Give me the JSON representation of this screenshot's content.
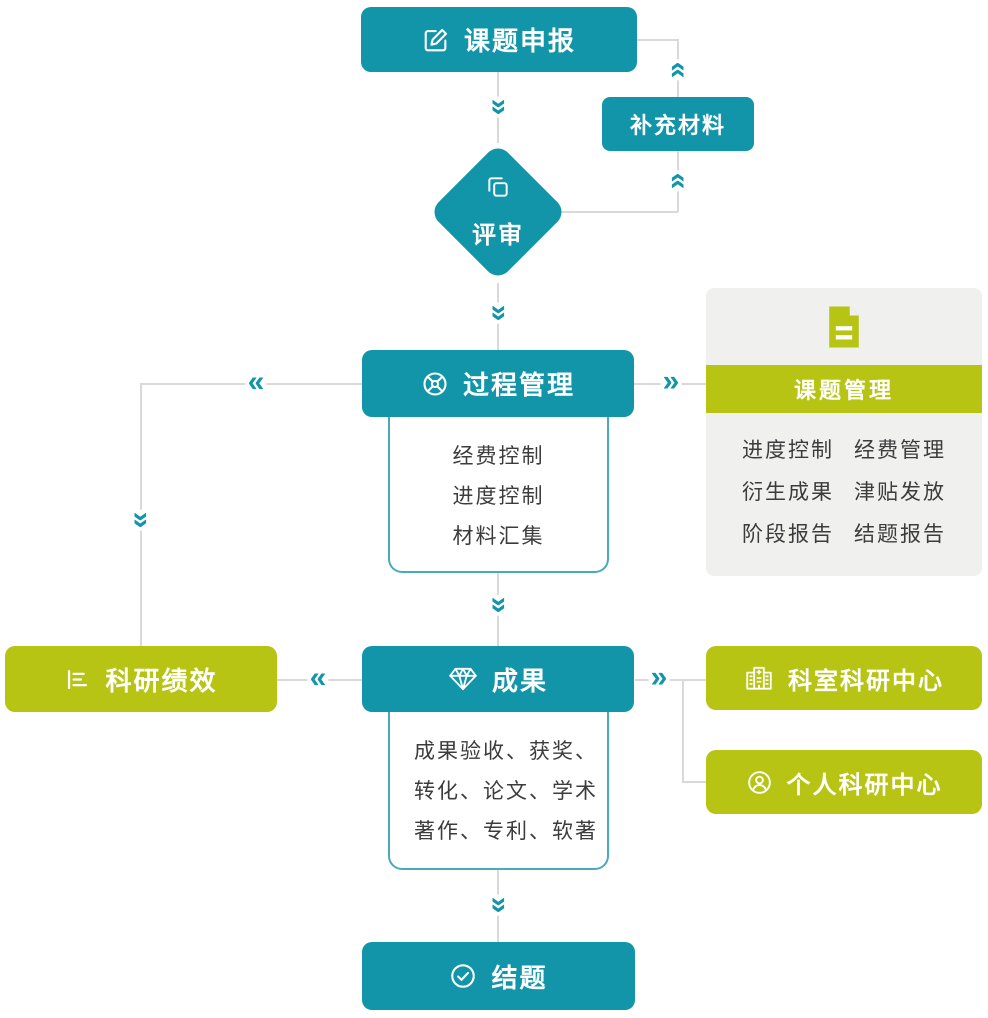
{
  "colors": {
    "teal": "#1295a9",
    "green": "#b7c414",
    "line": "#d9d9d9",
    "card_bg": "#f0f0ef",
    "panel_border": "#4aa9ba",
    "text_dark": "#3c3c3c"
  },
  "icons": {
    "double_arrow": "»"
  },
  "nodes": {
    "apply": {
      "label": "课题申报"
    },
    "supplement": {
      "label": "补充材料"
    },
    "review": {
      "label": "评审"
    },
    "process": {
      "label": "过程管理",
      "items": [
        "经费控制",
        "进度控制",
        "材料汇集"
      ]
    },
    "topic_mgmt": {
      "title": "课题管理",
      "items": [
        "进度控制",
        "经费管理",
        "衍生成果",
        "津贴发放",
        "阶段报告",
        "结题报告"
      ]
    },
    "performance": {
      "label": "科研绩效"
    },
    "results": {
      "label": "成果",
      "detail_lines": [
        "成果验收、获奖、",
        "转化、论文、学术",
        "著作、专利、软著"
      ]
    },
    "dept_center": {
      "label": "科室科研中心"
    },
    "personal_center": {
      "label": "个人科研中心"
    },
    "closing": {
      "label": "结题"
    }
  }
}
